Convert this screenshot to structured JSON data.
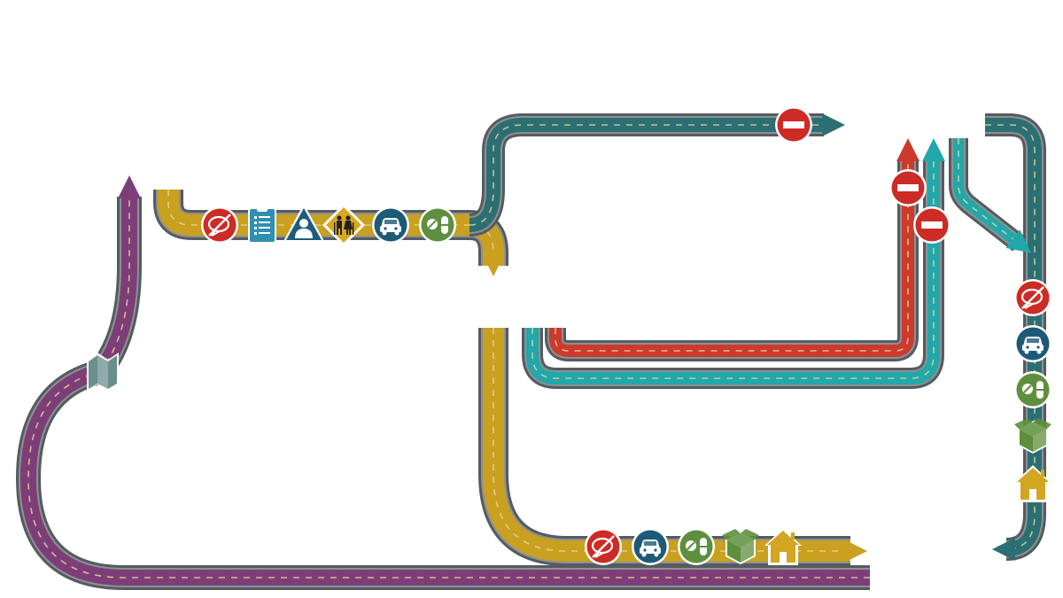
{
  "colors": {
    "road_edge": "#555b5f",
    "road_bed": "#8d9194",
    "purple": "#7d3e78",
    "yellow": "#c9a020",
    "teal": "#2b6f73",
    "cyan": "#22a7aa",
    "red": "#cc3a2e",
    "dash": "#e9d89a",
    "sign_red": "#cd2b25",
    "sign_blue": "#1d5a78",
    "sign_green": "#5e8f3e",
    "sign_box": "#5d8f3c",
    "sign_house": "#d3a520",
    "sign_diamond": "#d9a821",
    "sign_triangle": "#1e5b7f",
    "sign_clipboard": "#2f8fb3",
    "map": "#6b8f8c"
  },
  "routes": [
    {
      "id": "purple-route",
      "color": "purple",
      "direction": "up"
    },
    {
      "id": "yellow-route",
      "color": "yellow",
      "direction": "right"
    },
    {
      "id": "teal-top-route",
      "color": "teal",
      "direction": "right"
    },
    {
      "id": "red-route",
      "color": "red",
      "direction": "up"
    },
    {
      "id": "cyan-route",
      "color": "cyan",
      "direction": "up"
    },
    {
      "id": "right-teal-route",
      "color": "teal",
      "direction": "left"
    },
    {
      "id": "cyan-diagonal-route",
      "color": "cyan",
      "direction": "down-right"
    }
  ],
  "icons": {
    "start": "folded-map-icon",
    "upper_yellow": [
      "no-communication-icon",
      "clipboard-checklist-icon",
      "person-warning-icon",
      "elderly-couple-icon",
      "car-icon",
      "pills-icon"
    ],
    "lower_yellow": [
      "no-communication-icon",
      "car-icon",
      "pills-icon",
      "open-box-icon",
      "house-icon"
    ],
    "right_column": [
      "no-communication-icon",
      "car-icon",
      "pills-icon",
      "open-box-icon",
      "house-icon"
    ],
    "blocks": [
      "no-entry-icon",
      "no-entry-icon",
      "no-entry-icon"
    ]
  }
}
